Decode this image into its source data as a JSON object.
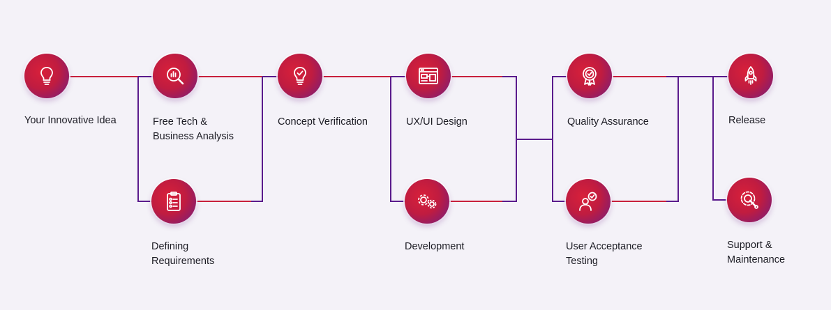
{
  "colors": {
    "line_red": "#c8203c",
    "line_purple": "#5a1b8c",
    "background": "#f4f2f8"
  },
  "steps": {
    "idea": {
      "l1": "Your Innovative Idea",
      "icon": "lightbulb-icon"
    },
    "analysis": {
      "l1": "Free Tech &",
      "l2": "Business Analysis",
      "icon": "magnifier-chart-icon"
    },
    "requirements": {
      "l1": "Defining",
      "l2": "Requirements",
      "icon": "checklist-icon"
    },
    "verification": {
      "l1": "Concept Verification",
      "icon": "lightbulb-check-icon"
    },
    "design": {
      "l1": "UX/UI Design",
      "icon": "browser-wireframe-icon"
    },
    "development": {
      "l1": "Development",
      "icon": "gears-icon"
    },
    "qa": {
      "l1": "Quality Assurance",
      "icon": "award-badge-icon"
    },
    "uat": {
      "l1": "User Acceptance",
      "l2": "Testing",
      "icon": "user-check-icon"
    },
    "release": {
      "l1": "Release",
      "icon": "rocket-icon"
    },
    "support": {
      "l1": "Support &",
      "l2": "Maintenance",
      "icon": "gear-wrench-icon"
    }
  }
}
